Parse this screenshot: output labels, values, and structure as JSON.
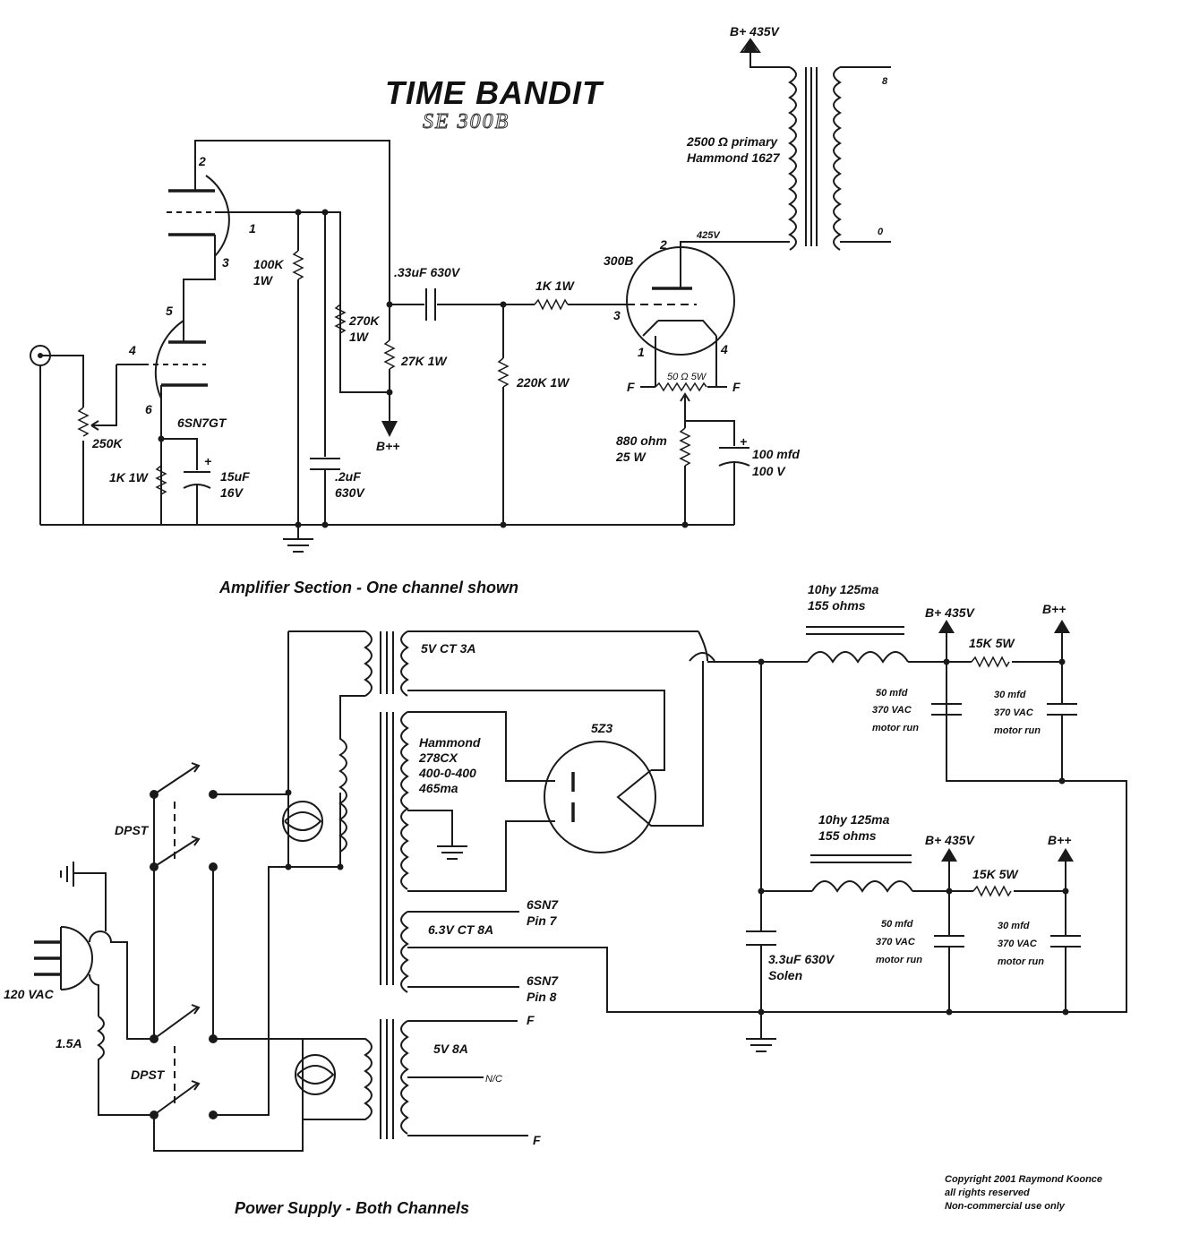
{
  "title": "TIME BANDIT",
  "subtitle": "SE 300B",
  "sections": {
    "amplifier": "Amplifier Section - One channel shown",
    "power": "Power Supply - Both Channels"
  },
  "amp": {
    "bplus_top": "B+ 435V",
    "ot_primary": "2500 Ω primary",
    "ot_model": "Hammond 1627",
    "ot_tap_8": "8",
    "ot_tap_0": "0",
    "v_425": "425V",
    "tube_300b": "300B",
    "pin2_300b": "2",
    "pin3_300b": "3",
    "pin1_300b": "1",
    "pin4_300b": "4",
    "f_left": "F",
    "f_right": "F",
    "hum_pot": "50 Ω 5W",
    "r_1k1w_grid": "1K 1W",
    "cap_coupling": ".33uF 630V",
    "r_220k": "220K 1W",
    "r_27k": "27K 1W",
    "bpp_amp": "B++",
    "r_270k_a": "270K",
    "r_270k_b": "1W",
    "r_100k_a": "100K",
    "r_100k_b": "1W",
    "cap_2uf_a": ".2uF",
    "cap_2uf_b": "630V",
    "tube_6sn7": "6SN7GT",
    "pin1": "1",
    "pin2": "2",
    "pin3": "3",
    "pin4": "4",
    "pin5": "5",
    "pin6": "6",
    "pot_250k": "250K",
    "r_1k_cath": "1K 1W",
    "cap_15uf_a": "15uF",
    "cap_15uf_b": "16V",
    "r_880_a": "880 ohm",
    "r_880_b": "25 W",
    "cap_100_a": "100 mfd",
    "cap_100_b": "100 V",
    "plus": "+"
  },
  "psu": {
    "sec_5v3a": "5V CT 3A",
    "hammond_a": "Hammond",
    "hammond_b": "278CX",
    "hammond_c": "400-0-400",
    "hammond_d": "465ma",
    "rect": "5Z3",
    "sn7_pin7_a": "6SN7",
    "sn7_pin7_b": "Pin 7",
    "heater_63": "6.3V CT 8A",
    "sn7_pin8_a": "6SN7",
    "sn7_pin8_b": "Pin 8",
    "f_top": "F",
    "sec_5v8a": "5V 8A",
    "nc": "N/C",
    "f_bottom": "F",
    "dpst_top": "DPST",
    "dpst_bottom": "DPST",
    "mains": "120 VAC",
    "fuse": "1.5A",
    "choke1_a": "10hy 125ma",
    "choke1_b": "155 ohms",
    "choke2_a": "10hy 125ma",
    "choke2_b": "155 ohms",
    "bplus1": "B+ 435V",
    "bpp1": "B++",
    "bplus2": "B+ 435V",
    "bpp2": "B++",
    "r15k_1": "15K 5W",
    "r15k_2": "15K 5W",
    "cap50_1_a": "50 mfd",
    "cap50_1_b": "370 VAC",
    "cap50_1_c": "motor run",
    "cap30_1_a": "30 mfd",
    "cap30_1_b": "370 VAC",
    "cap30_1_c": "motor run",
    "cap50_2_a": "50 mfd",
    "cap50_2_b": "370 VAC",
    "cap50_2_c": "motor run",
    "cap30_2_a": "30 mfd",
    "cap30_2_b": "370 VAC",
    "cap30_2_c": "motor run",
    "cap_solen_a": "3.3uF 630V",
    "cap_solen_b": "Solen"
  },
  "copyright": {
    "line1": "Copyright 2001 Raymond Koonce",
    "line2": "all rights reserved",
    "line3": "Non-commercial use only"
  }
}
